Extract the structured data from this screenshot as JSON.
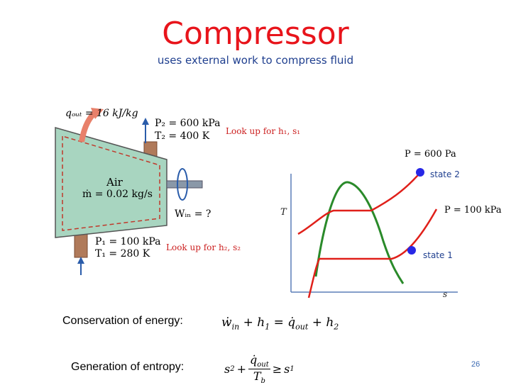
{
  "slide": {
    "title": "Compressor",
    "subtitle": "uses external work to compress fluid",
    "page_number": "26"
  },
  "device_figure": {
    "q_out": "qₒᵤₜ = 16 kJ/kg",
    "p2": "P₂ = 600 kPa",
    "t2": "T₂ = 400 K",
    "fluid": "Air",
    "mass_flow": "ṁ = 0.02 kg/s",
    "w_in": "Wᵢₙ = ?",
    "p1": "P₁ = 100 kPa",
    "t1": "T₁ = 280 K"
  },
  "notes": {
    "lookup_state2": "Look up for h₂, s₂",
    "lookup_state1": "Look up for h₁, s₁"
  },
  "ts_diagram": {
    "y_axis": "T",
    "x_axis": "s",
    "isobar_high": "P = 600 Pa",
    "isobar_low": "P = 100 kPa",
    "state2": "state 2",
    "state1": "state 1",
    "colors": {
      "dome": "#2a8a2a",
      "isobar": "#e0201a",
      "state_marker": "#2727e6",
      "axes": "#5b7fb8"
    }
  },
  "equations": {
    "energy_label": "Conservation of energy:",
    "entropy_label": "Generation of entropy:",
    "energy_eq": {
      "w": "ẇ",
      "w_sub": "in",
      "plus1": "+",
      "h1": "h",
      "h1_sub": "1",
      "eq": "=",
      "q": "q̇",
      "q_sub": "out",
      "plus2": "+",
      "h2": "h",
      "h2_sub": "2"
    },
    "entropy_eq": {
      "s2": "s",
      "s2_sub": "2",
      "plus": "+",
      "q": "q̇",
      "q_sub": "out",
      "t": "T",
      "t_sub": "b",
      "ge": "≥",
      "s1": "s",
      "s1_sub": "1"
    }
  }
}
